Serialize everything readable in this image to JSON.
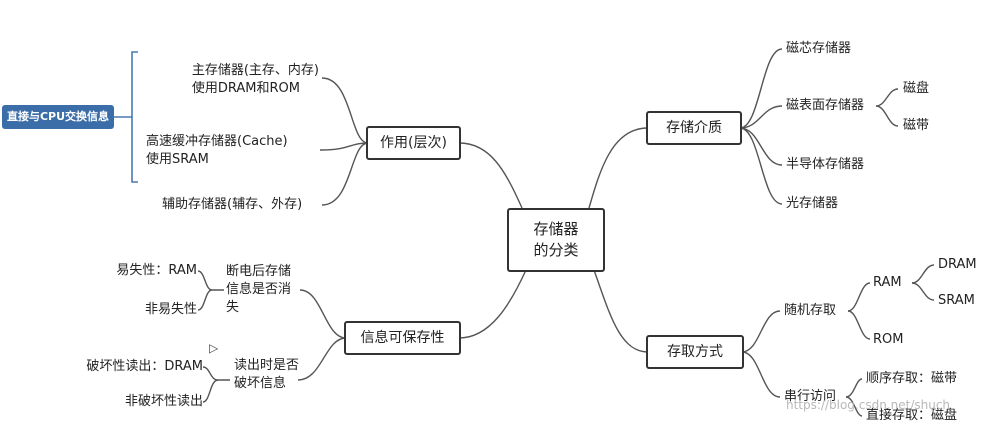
{
  "center": {
    "line1": "存储器",
    "line2": "的分类"
  },
  "tag": "直接与CPU交换信息",
  "left_top": {
    "label": "作用(层次)",
    "items": [
      {
        "l1": "主存储器(主存、内存)",
        "l2": "使用DRAM和ROM"
      },
      {
        "l1": "高速缓冲存储器(Cache)",
        "l2": "使用SRAM"
      },
      {
        "l1": "辅助存储器(辅存、外存)",
        "l2": ""
      }
    ]
  },
  "left_bottom": {
    "label": "信息可保存性",
    "q1": {
      "text": "断电后存储信息是否消失",
      "a": "易失性：RAM",
      "b": "非易失性"
    },
    "q2": {
      "text": "读出时是否破坏信息",
      "a": "破坏性读出：DRAM",
      "b": "非破坏性读出"
    }
  },
  "right_top": {
    "label": "存储介质",
    "items": [
      "磁芯存储器",
      "磁表面存储器",
      "半导体存储器",
      "光存储器"
    ],
    "sub": [
      "磁盘",
      "磁带"
    ]
  },
  "right_bottom": {
    "label": "存取方式",
    "random": "随机存取",
    "ram": "RAM",
    "ram_sub": [
      "DRAM",
      "SRAM"
    ],
    "rom": "ROM",
    "serial": "串行访问",
    "serial_sub": [
      "顺序存取：磁带",
      "直接存取：磁盘"
    ]
  },
  "watermark": "https://blog.csdn.net/shuch",
  "cursor_icon": "cursor-arrow-icon"
}
